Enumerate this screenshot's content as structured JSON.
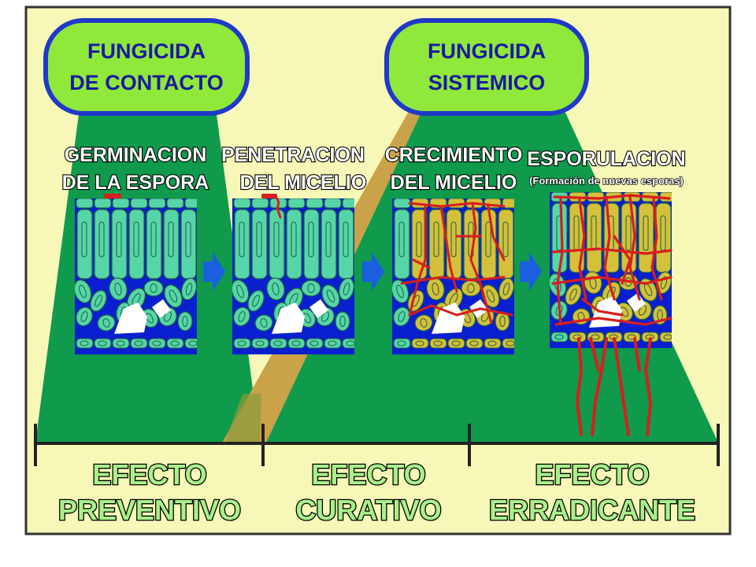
{
  "colors": {
    "background": "#f7f8b8",
    "frame": "#333333",
    "beam": "#0f9a4c",
    "curative_band": "#c9a24a",
    "pill_fill": "#8fe83a",
    "pill_border": "#1f39c8",
    "pill_text": "#1a1aa0",
    "cell_healthy": "#56d6a6",
    "cell_infected": "#d4c03a",
    "tissue_dark": "#0a1fcf",
    "mycelium": "#d81e1e",
    "arrow": "#1a5fe0",
    "effect_text": "#a8f08a"
  },
  "fungicides": [
    {
      "line1": "FUNGICIDA",
      "line2": "DE CONTACTO"
    },
    {
      "line1": "FUNGICIDA",
      "line2": "SISTEMICO"
    }
  ],
  "stages": [
    {
      "line1": "GERMINACION",
      "line2": "DE LA ESPORA"
    },
    {
      "line1": "PENETRACION",
      "line2": "DEL MICELIO"
    },
    {
      "line1": "CRECIMIENTO",
      "line2": "DEL MICELIO"
    },
    {
      "line1": "ESPORULACION",
      "line2": "(Formación de nuevas esporas)"
    }
  ],
  "effects": [
    {
      "line1": "EFECTO",
      "line2": "PREVENTIVO"
    },
    {
      "line1": "EFECTO",
      "line2": "CURATIVO"
    },
    {
      "line1": "EFECTO",
      "line2": "ERRADICANTE"
    }
  ]
}
